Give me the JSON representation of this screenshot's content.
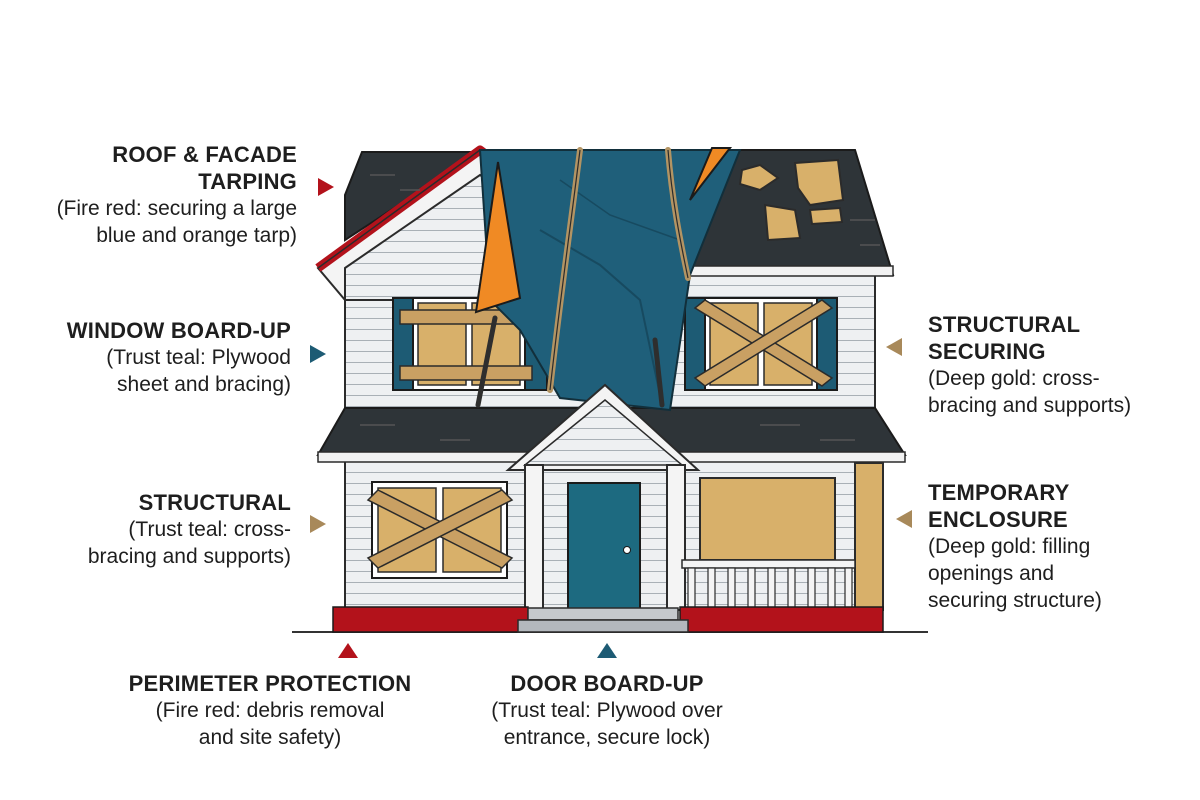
{
  "colors": {
    "fire_red": "#b3121b",
    "trust_teal": "#1d5b74",
    "deep_gold": "#a8895a",
    "plywood": "#d8b06a",
    "tarp_blue": "#1f5f7a",
    "tarp_orange": "#f08a24",
    "roof": "#2e3438",
    "siding": "#eef0f2",
    "door": "#1d6a80"
  },
  "labels": {
    "roof_tarping": {
      "title_line1": "ROOF & FACADE",
      "title_line2": "TARPING",
      "desc_line1": "(Fire red: securing a large",
      "desc_line2": "blue and orange tarp)"
    },
    "window_boardup": {
      "title": "WINDOW BOARD-UP",
      "desc_line1": "(Trust teal: Plywood",
      "desc_line2": "sheet and bracing)"
    },
    "structural_left": {
      "title": "STRUCTURAL",
      "desc_line1": "(Trust teal: cross-",
      "desc_line2": "bracing and supports)"
    },
    "structural_securing": {
      "title_line1": "STRUCTURAL",
      "title_line2": "SECURING",
      "desc_line1": "(Deep gold: cross-",
      "desc_line2": "bracing and supports)"
    },
    "temporary_enclosure": {
      "title_line1": "TEMPORARY",
      "title_line2": "ENCLOSURE",
      "desc_line1": "(Deep gold: filling",
      "desc_line2": "openings and",
      "desc_line3": "securing structure)"
    },
    "perimeter_protection": {
      "title": "PERIMETER PROTECTION",
      "desc_line1": "(Fire red: debris removal",
      "desc_line2": "and site safety)"
    },
    "door_boardup": {
      "title": "DOOR BOARD-UP",
      "desc_line1": "(Trust teal: Plywood over",
      "desc_line2": "entrance, secure lock)"
    }
  }
}
